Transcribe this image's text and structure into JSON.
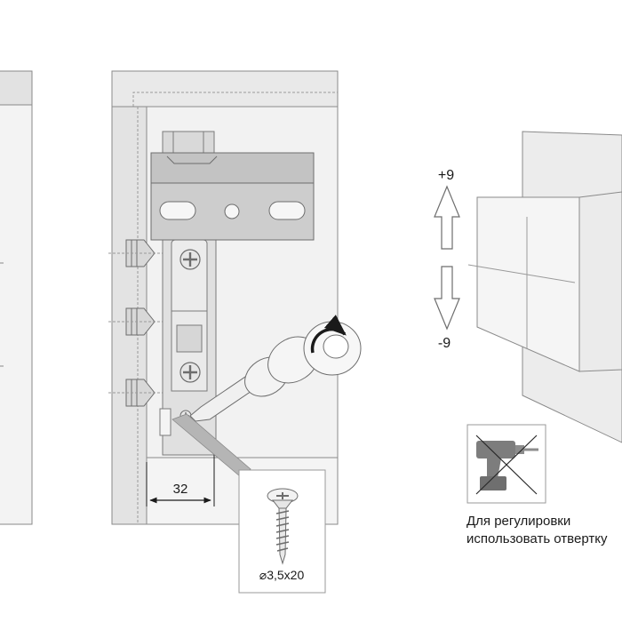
{
  "dimension": {
    "width": "32"
  },
  "adjustment": {
    "plus": "+9",
    "minus": "-9"
  },
  "screw": {
    "size": "⌀3,5x20"
  },
  "note": {
    "line1": "Для регулировки",
    "line2": "использовать отвертку"
  },
  "colors": {
    "panel": "#e8e8e8",
    "panel_face": "#f1f1f1",
    "outline": "#7a7a7a",
    "bracket": "#cfcfcf",
    "ink": "#1a1a1a"
  },
  "icons": [
    "screwdriver-icon",
    "drill-crossed-icon",
    "rotation-arrow-icon",
    "dowel-icon",
    "phillips-screw-icon"
  ]
}
